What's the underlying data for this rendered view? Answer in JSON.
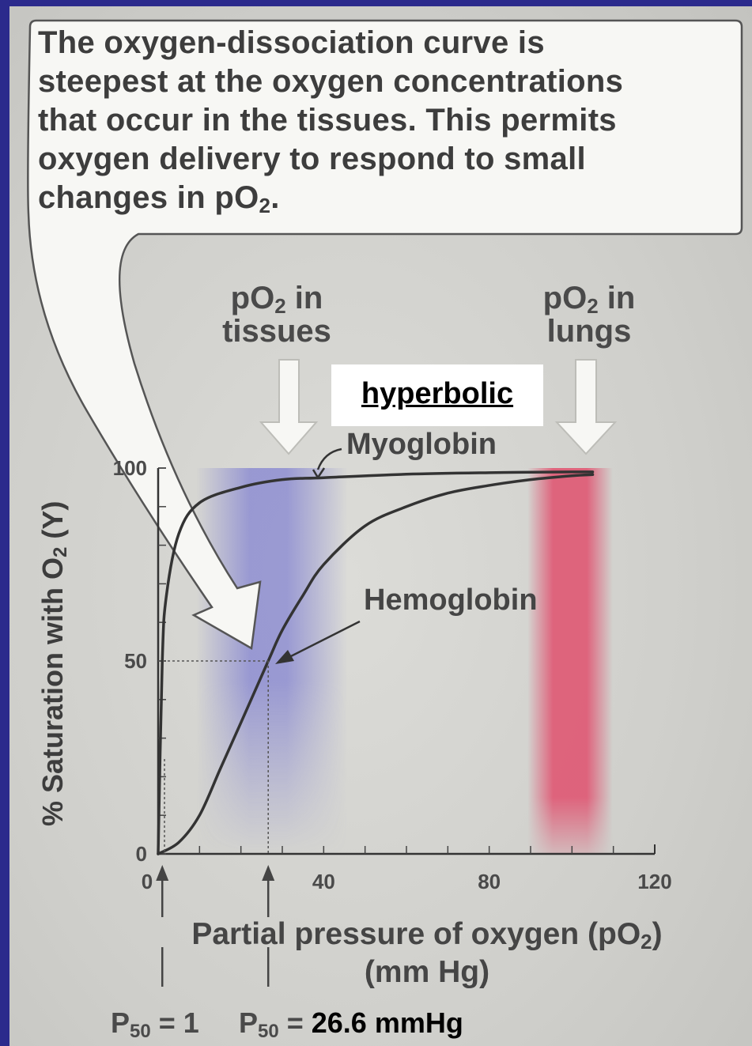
{
  "callout": {
    "line1": "The oxygen-dissociation curve is",
    "line2": "steepest at the oxygen concentrations",
    "line3": "that occur in the tissues. This permits",
    "line4": "oxygen delivery to respond to small",
    "line5_pre": "changes in pO",
    "line5_sub": "2",
    "line5_post": "."
  },
  "labels": {
    "tissues_pre": "pO",
    "tissues_sub": "2",
    "tissues_post": " in",
    "tissues_line2": "tissues",
    "lungs_pre": "pO",
    "lungs_sub": "2",
    "lungs_post": " in",
    "lungs_line2": "lungs",
    "hyperbolic": "hyperbolic",
    "myoglobin": "Myoglobin",
    "hemoglobin": "Hemoglobin"
  },
  "axis": {
    "ylabel_pre": "% Saturation with O",
    "ylabel_sub": "2",
    "ylabel_post": " (Y)",
    "xlabel_line1_pre": "Partial pressure of oxygen (pO",
    "xlabel_line1_sub": "2",
    "xlabel_line1_post": ")",
    "xlabel_line2": "(mm Hg)"
  },
  "p50": {
    "myo_pre": "P",
    "myo_sub": "50",
    "myo_post": " = 1",
    "hb_pre": "P",
    "hb_sub": "50",
    "hb_eq": " = ",
    "hb_val": "26.6",
    "hb_unit": " mmHg"
  },
  "colors": {
    "tissue_band": "#6f6fd0",
    "lung_band": "#e0506e",
    "curve": "#333333",
    "arrow_fill": "#f7f7f4",
    "frame": "#2b2a8c"
  },
  "chart_data": {
    "type": "line",
    "xlim": [
      0,
      120
    ],
    "ylim": [
      0,
      100
    ],
    "xticks": [
      0,
      40,
      80,
      120
    ],
    "xtick_labels": [
      "0",
      "40",
      "80",
      "120"
    ],
    "yticks": [
      0,
      50,
      100
    ],
    "ytick_labels": [
      "0",
      "50",
      "100"
    ],
    "series": [
      {
        "name": "Myoglobin",
        "x": [
          0,
          1,
          2,
          5,
          10,
          20,
          30,
          40,
          60,
          80,
          100,
          105
        ],
        "y": [
          0,
          50,
          67,
          83,
          91,
          95,
          97,
          97.5,
          98.4,
          98.8,
          99,
          99
        ]
      },
      {
        "name": "Hemoglobin",
        "x": [
          0,
          5,
          10,
          15,
          20,
          26.6,
          30,
          35,
          40,
          50,
          60,
          70,
          80,
          90,
          100,
          105
        ],
        "y": [
          0,
          3,
          10,
          22,
          34,
          50,
          58,
          67,
          75,
          85,
          90,
          93.5,
          95.5,
          97,
          98,
          98.3
        ]
      }
    ],
    "annotations": {
      "tissue_band_x": [
        15,
        40
      ],
      "lung_band_x": [
        95,
        105
      ],
      "p50_line_x": 26.6
    }
  }
}
